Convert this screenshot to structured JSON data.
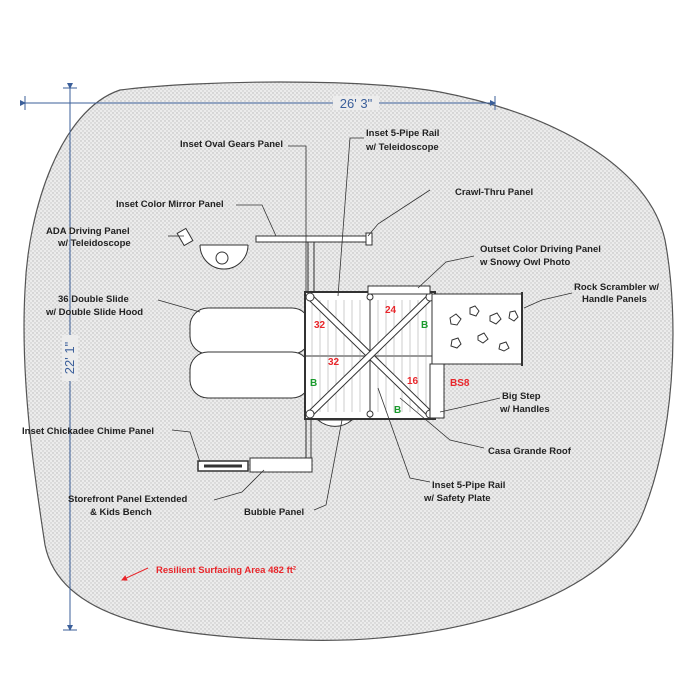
{
  "dimensions": {
    "width": "26' 3\"",
    "height": "22' 1\""
  },
  "surfacing": {
    "label": "Resilient Surfacing Area 482 ft²"
  },
  "callouts": {
    "inset_oval_gears": "Inset Oval Gears Panel",
    "inset_5pipe_tele_1": "Inset 5-Pipe Rail",
    "inset_5pipe_tele_2": "w/ Teleidoscope",
    "crawl_thru": "Crawl-Thru Panel",
    "inset_color_mirror": "Inset Color Mirror Panel",
    "ada_1": "ADA Driving Panel",
    "ada_2": "w/ Teleidoscope",
    "outset_color_1": "Outset Color Driving Panel",
    "outset_color_2": "w Snowy Owl Photo",
    "double_slide_1": "36 Double Slide",
    "double_slide_2": "w/ Double Slide Hood",
    "rock_1": "Rock Scrambler w/",
    "rock_2": "Handle Panels",
    "big_step_1": "Big Step",
    "big_step_2": "w/ Handles",
    "chickadee": "Inset Chickadee Chime Panel",
    "casa": "Casa Grande Roof",
    "storefront_1": "Storefront Panel Extended",
    "storefront_2": "& Kids Bench",
    "bubble": "Bubble Panel",
    "inset_5pipe_safety_1": "Inset 5-Pipe Rail",
    "inset_5pipe_safety_2": "w/ Safety Plate"
  },
  "deck_labels": {
    "d32a": "32",
    "d24": "24",
    "d32b": "32",
    "d16": "16",
    "bs8": "BS8",
    "b1": "B",
    "b2": "B",
    "b3": "B"
  }
}
